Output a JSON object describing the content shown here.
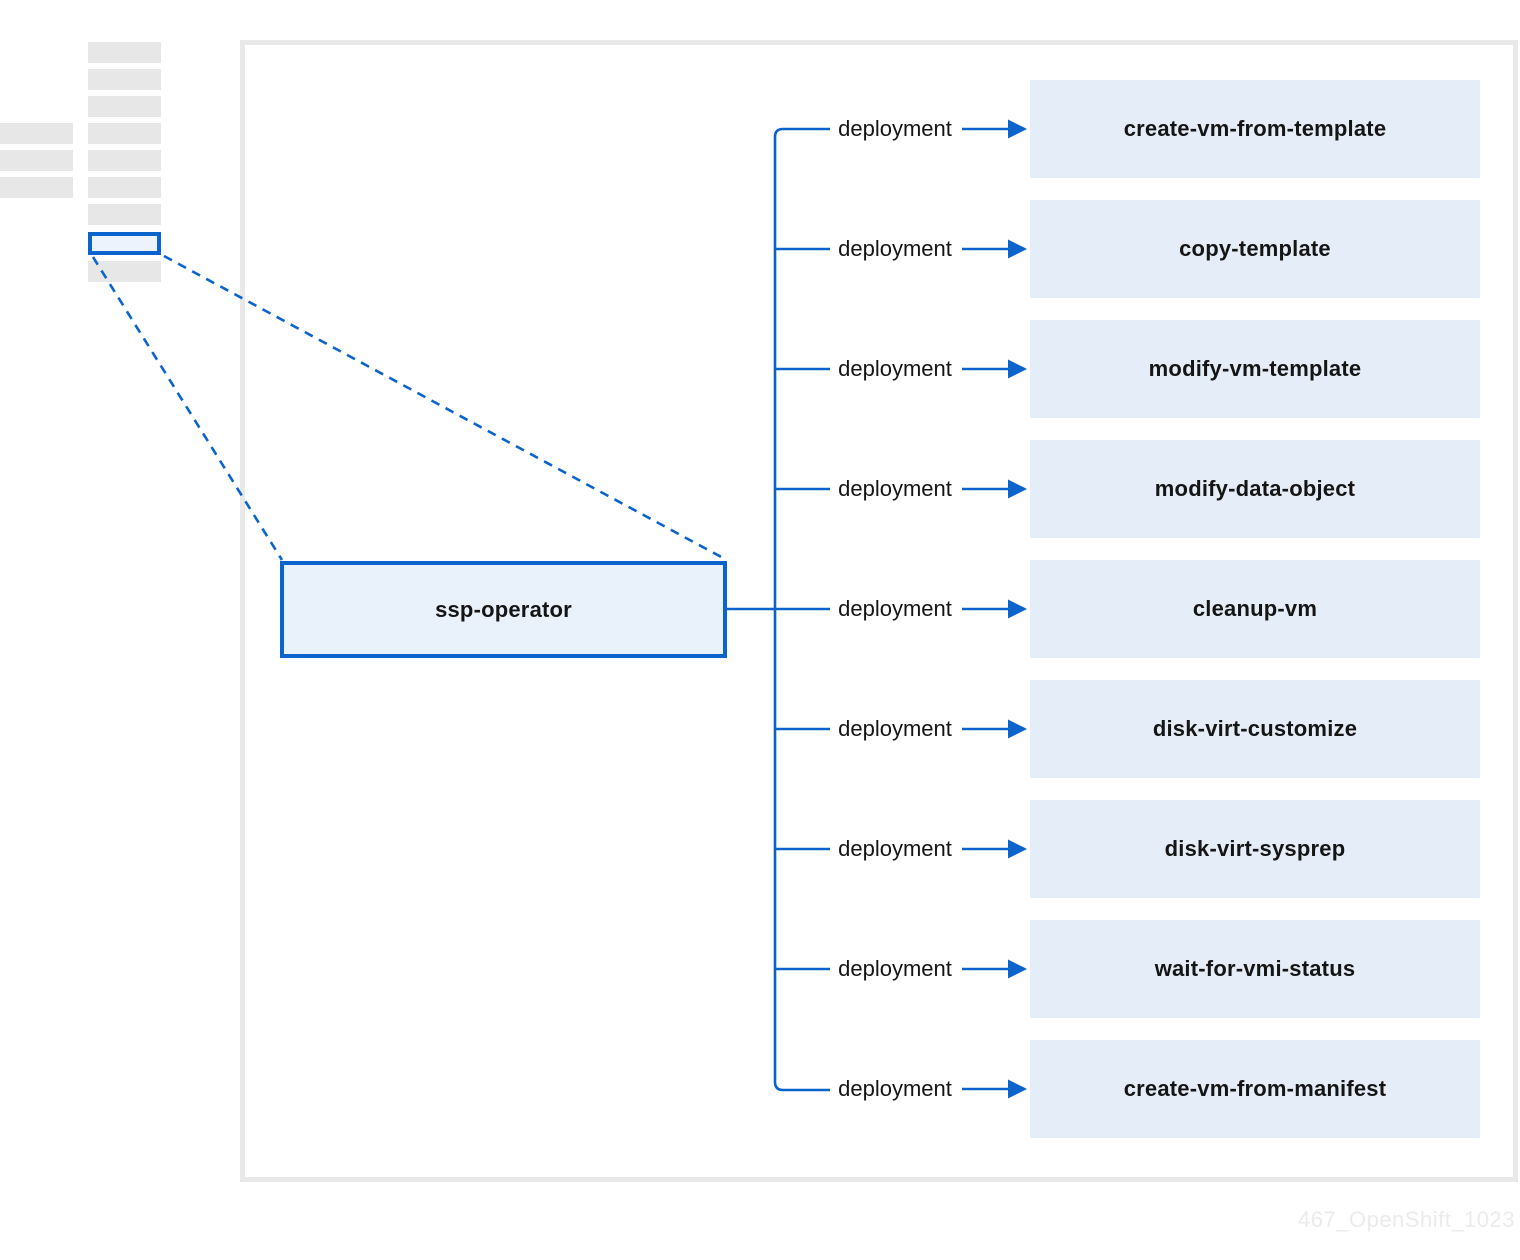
{
  "diagram": {
    "operator": {
      "label": "ssp-operator"
    },
    "rows": [
      {
        "connector_label": "deployment",
        "target": "create-vm-from-template"
      },
      {
        "connector_label": "deployment",
        "target": "copy-template"
      },
      {
        "connector_label": "deployment",
        "target": "modify-vm-template"
      },
      {
        "connector_label": "deployment",
        "target": "modify-data-object"
      },
      {
        "connector_label": "deployment",
        "target": "cleanup-vm"
      },
      {
        "connector_label": "deployment",
        "target": "disk-virt-customize"
      },
      {
        "connector_label": "deployment",
        "target": "disk-virt-sysprep"
      },
      {
        "connector_label": "deployment",
        "target": "wait-for-vmi-status"
      },
      {
        "connector_label": "deployment",
        "target": "create-vm-from-manifest"
      }
    ],
    "watermark": "467_OpenShift_1023",
    "colors": {
      "line_blue": "#0b64cc",
      "target_box_fill": "#e5eef8",
      "operator_box_fill": "#e9f1fb",
      "skeleton_gray": "#e7e7e7",
      "panel_border": "#e9e9e9",
      "text": "#151515",
      "watermark": "#ebebee"
    }
  }
}
